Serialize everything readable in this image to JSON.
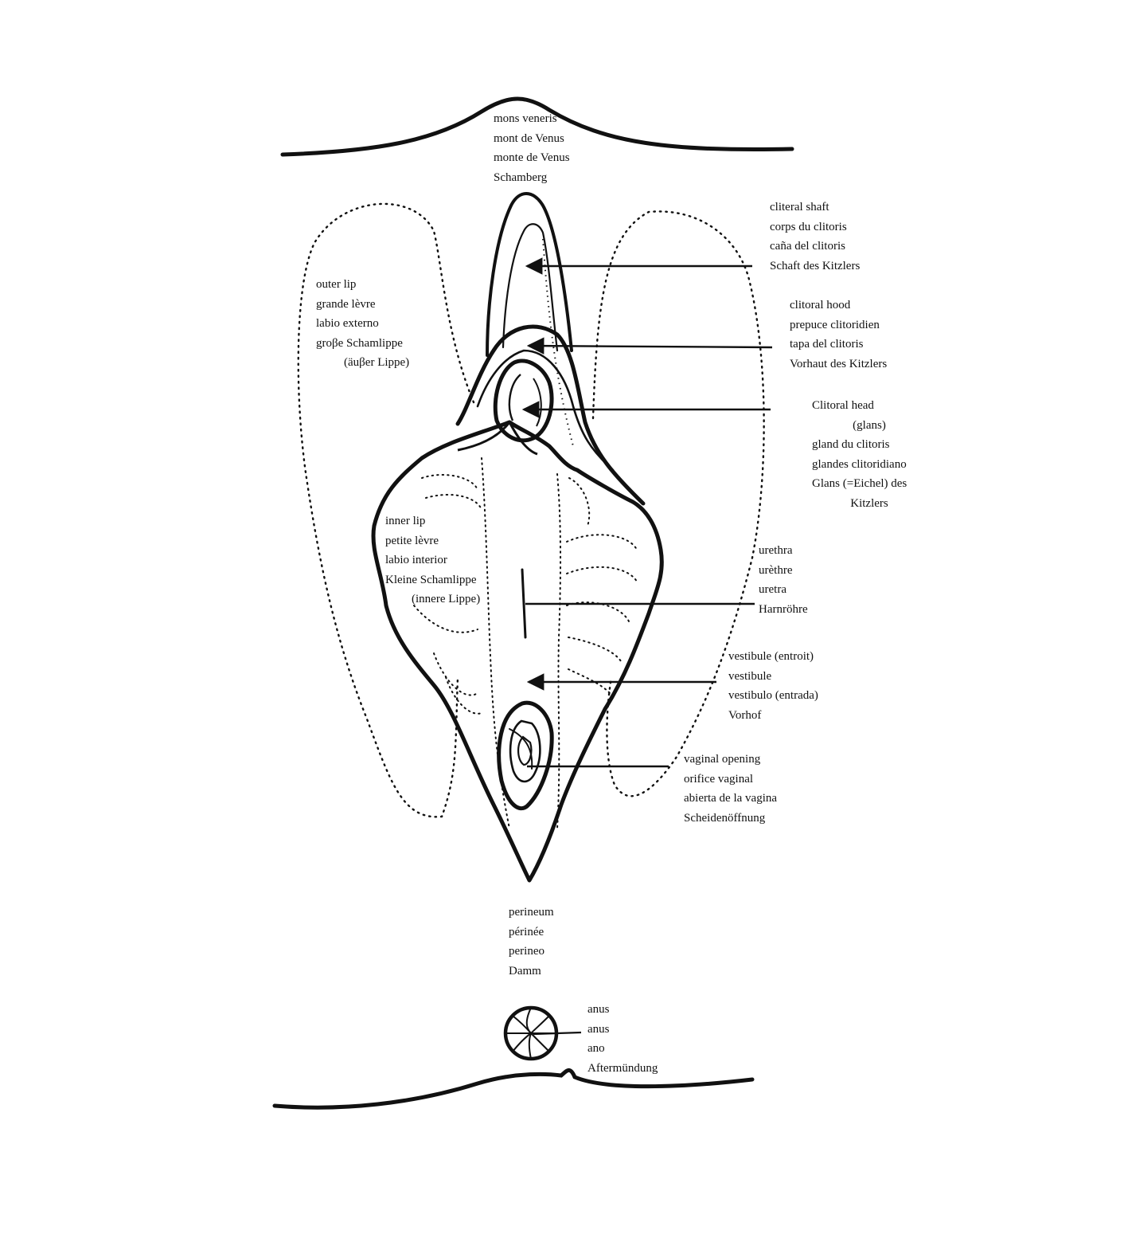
{
  "colors": {
    "ink": "#111111",
    "background": "#ffffff"
  },
  "labels": {
    "mons": [
      "mons veneris",
      "mont de Venus",
      "monte de Venus",
      "Schamberg"
    ],
    "shaft": [
      "cliteral shaft",
      "corps du clitoris",
      "caña del clitoris",
      "Schaft des Kitzlers"
    ],
    "hood": [
      "clitoral hood",
      "prepuce clitoridien",
      "tapa del clitoris",
      "Vorhaut des Kitzlers"
    ],
    "head": [
      "Clitoral head",
      "(glans)",
      "gland du clitoris",
      "glandes clitoridiano",
      "Glans (=Eichel) des",
      "Kitzlers"
    ],
    "outer": [
      "outer lip",
      "grande lèvre",
      "labio externo",
      "groβe Schamlippe",
      "(äuβer Lippe)"
    ],
    "inner": [
      "inner lip",
      "petite lèvre",
      "labio interior",
      "Kleine Schamlippe",
      "(innere Lippe)"
    ],
    "urethra": [
      "urethra",
      "urèthre",
      "uretra",
      "Harnröhre"
    ],
    "vestibule": [
      "vestibule (entroit)",
      "vestibule",
      "vestibulo (entrada)",
      "Vorhof"
    ],
    "vaginal": [
      "vaginal opening",
      "orifice vaginal",
      "abierta de la vagina",
      "Scheidenöffnung"
    ],
    "perineum": [
      "perineum",
      "périnée",
      "perineo",
      "Damm"
    ],
    "anus": [
      "anus",
      "anus",
      "ano",
      "Aftermündung"
    ]
  }
}
